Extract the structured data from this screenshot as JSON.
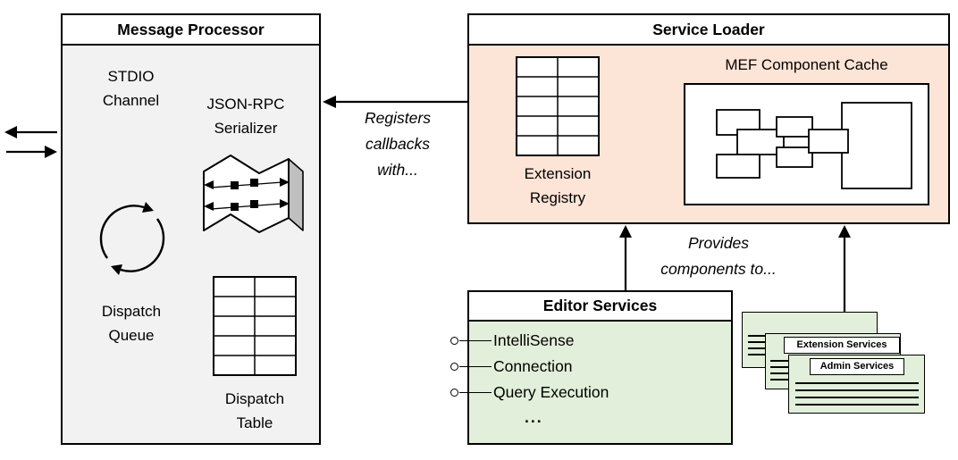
{
  "diagram": {
    "message_processor": {
      "title": "Message Processor",
      "stdio_label": "STDIO\nChannel",
      "serializer_label": "JSON-RPC\nSerializer",
      "dispatch_queue_label": "Dispatch\nQueue",
      "dispatch_table_label": "Dispatch\nTable"
    },
    "service_loader": {
      "title": "Service Loader",
      "extension_registry_label": "Extension\nRegistry",
      "mef_cache_label": "MEF Component Cache"
    },
    "editor_services": {
      "title": "Editor Services",
      "items": [
        "IntelliSense",
        "Connection",
        "Query Execution",
        "..."
      ]
    },
    "service_cards": [
      {
        "label": "Extension Services"
      },
      {
        "label": "Admin Services"
      }
    ],
    "annotations": {
      "registers": "Registers\ncallbacks\nwith...",
      "provides": "Provides\ncomponents to..."
    },
    "colors": {
      "message_processor_bg": "#f2f2f2",
      "service_loader_bg": "#fce4d6",
      "editor_services_bg": "#e2efda",
      "card_bg": "#e2efda",
      "header_bg": "#ffffff",
      "border": "#000000"
    }
  }
}
